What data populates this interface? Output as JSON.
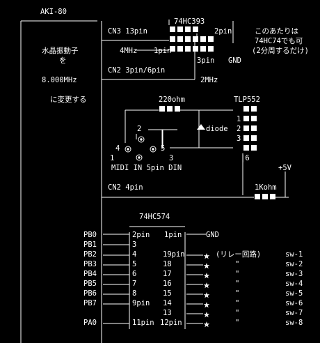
{
  "title": "AKI-80",
  "chip_counter": {
    "name": "74HC393",
    "pin_2": "2pin",
    "pin_1": "1pin",
    "pin_3": "3pin",
    "gnd": "GND"
  },
  "cn3_label": "CN3 13pin",
  "freq_4mhz": "4MHz",
  "cn2_36_label": "CN2 3pin/6pin",
  "freq_2mhz": "2MHz",
  "note_right": [
    "このあたりは",
    "74HC74でも可",
    "(2分周するだけ)"
  ],
  "note_left": [
    "水晶振動子",
    "を",
    "8.000MHz",
    "に変更する"
  ],
  "resistor_220": "220ohm",
  "optocoupler": {
    "name": "TLP552",
    "pin_1": "1",
    "pin_2": "2",
    "pin_3": "3",
    "pin_6": "|6"
  },
  "diode_label": "diode",
  "din": {
    "label": "MIDI IN 5pin DIN",
    "pin_1": "1",
    "pin_2": "2",
    "pin_3": "3",
    "pin_4": "4",
    "pin_5": "5"
  },
  "vplus": "+5V",
  "cn2_4_label": "CN2 4pin",
  "resistor_1k": "1Kohm",
  "latch": {
    "name": "74HC574",
    "rows": [
      {
        "port": "PB0",
        "left": "2pin",
        "right": "1pin",
        "out": "GND"
      },
      {
        "port": "PB1",
        "left": "3",
        "right": "",
        "out": ""
      },
      {
        "port": "PB2",
        "left": "4",
        "right": "19pin",
        "out": "(リレー回路)",
        "sw": "sw-1"
      },
      {
        "port": "PB3",
        "left": "5",
        "right": "18",
        "out": "\"",
        "sw": "sw-2"
      },
      {
        "port": "PB4",
        "left": "6",
        "right": "17",
        "out": "\"",
        "sw": "sw-3"
      },
      {
        "port": "PB5",
        "left": "7",
        "right": "16",
        "out": "\"",
        "sw": "sw-4"
      },
      {
        "port": "PB6",
        "left": "8",
        "right": "15",
        "out": "\"",
        "sw": "sw-5"
      },
      {
        "port": "PB7",
        "left": "9pin",
        "right": "14",
        "out": "\"",
        "sw": "sw-6"
      },
      {
        "port": "",
        "left": "",
        "right": "13",
        "out": "\"",
        "sw": "sw-7"
      },
      {
        "port": "PA0",
        "left": "11pin",
        "right": "12pin",
        "out": "\"",
        "sw": "sw-8"
      }
    ]
  }
}
